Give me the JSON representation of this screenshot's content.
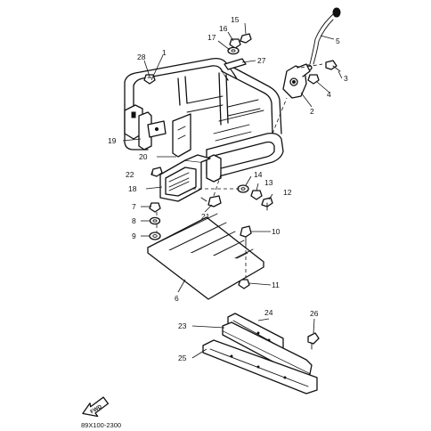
{
  "callouts": {
    "c1": "1",
    "c2": "2",
    "c3": "3",
    "c4": "4",
    "c5": "5",
    "c6": "6",
    "c7": "7",
    "c8": "8",
    "c9": "9",
    "c10": "10",
    "c11": "11",
    "c12": "12",
    "c13": "13",
    "c14": "14",
    "c15": "15",
    "c16": "16",
    "c17": "17",
    "c18": "18",
    "c19": "19",
    "c20": "20",
    "c21": "21",
    "c22": "22",
    "c23": "23",
    "c24": "24",
    "c25": "25",
    "c26": "26",
    "c27": "27",
    "c28": "28"
  },
  "fwd_label": "FWD",
  "diagram_code": "89X100-2300"
}
